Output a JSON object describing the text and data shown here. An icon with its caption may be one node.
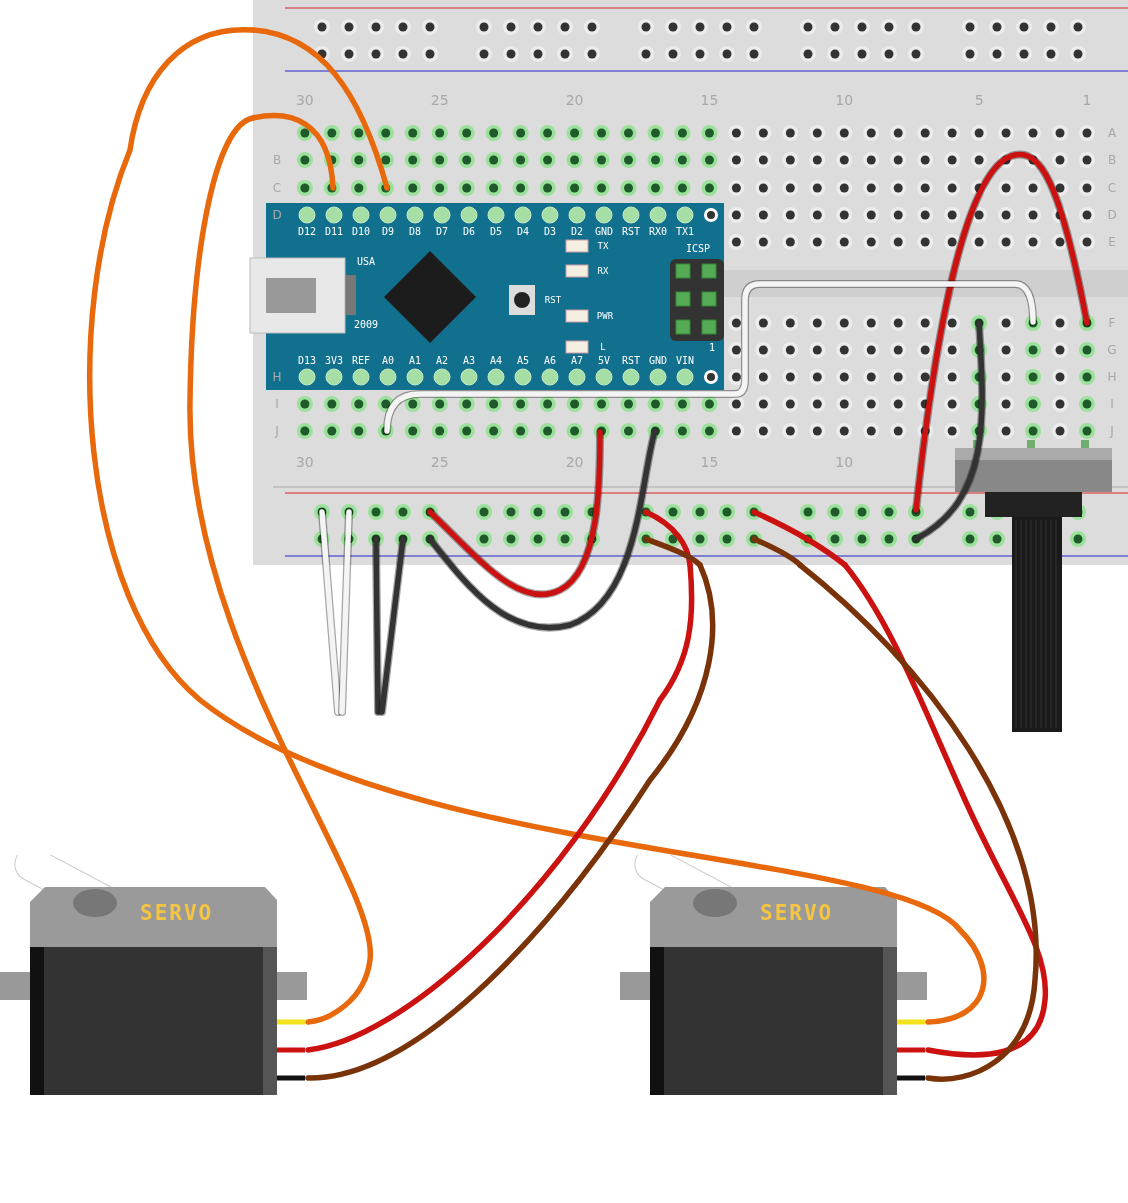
{
  "diagram": {
    "nodes": [
      {
        "text": [],
        "shape": "picture"
      },
      {
        "text": [],
        "shape": "picture",
        "in": 0
      },
      {
        "text": [
          "SERVO"
        ]
      },
      {
        "text": [
          "SERVO"
        ]
      },
      {
        "text": [],
        "shape": "picture"
      }
    ],
    "edges": [
      {
        "from": 0,
        "to": 2,
        "arrow": "none",
        "color": "#e8690c"
      },
      {
        "from": 0,
        "to": 3,
        "arrow": "none",
        "color": "#e8690c"
      },
      {
        "from": 0,
        "to": 2,
        "arrow": "none",
        "color": "#cc1111"
      },
      {
        "from": 0,
        "to": 2,
        "arrow": "none",
        "color": "#7a3308"
      },
      {
        "from": 0,
        "to": 3,
        "arrow": "none",
        "color": "#cc1111"
      },
      {
        "from": 0,
        "to": 3,
        "arrow": "none",
        "color": "#7a3308"
      }
    ],
    "labels": [
      "30",
      "25",
      "20",
      "15",
      "10",
      "5",
      "1",
      "A",
      "B",
      "C",
      "D",
      "E",
      "B",
      "C",
      "D",
      "D12",
      "D11",
      "D10",
      "D9",
      "D8",
      "D7",
      "D6",
      "D5",
      "D4",
      "D3",
      "D2",
      "GND",
      "RST",
      "RX0",
      "TX1",
      "TX",
      "ICSP",
      "USA",
      "RX",
      "RST",
      "PWR",
      "L",
      "2009",
      "1",
      "D13",
      "3V3",
      "REF",
      "A0",
      "A1",
      "A2",
      "A3",
      "A4",
      "A5",
      "A6",
      "A7",
      "5V",
      "RST",
      "GND",
      "VIN",
      "H",
      "I",
      "J",
      "F",
      "G",
      "H",
      "I",
      "J",
      "30",
      "25",
      "20",
      "15",
      "10"
    ]
  }
}
